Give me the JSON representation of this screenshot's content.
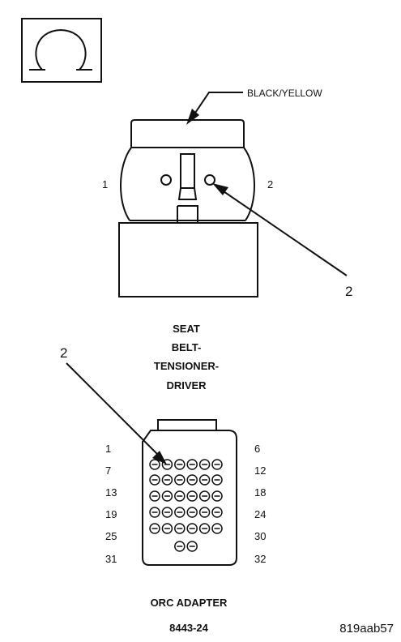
{
  "symbol": {
    "icon": "ohm-symbol-icon"
  },
  "wire_color_label": "BLACK/YELLOW",
  "seat_connector": {
    "pin_left": "1",
    "pin_right": "2",
    "callout": "2",
    "title_lines": [
      "SEAT",
      "BELT-",
      "TENSIONER-",
      "DRIVER"
    ]
  },
  "orc_adapter": {
    "callout": "2",
    "row_left_labels": [
      "1",
      "7",
      "13",
      "19",
      "25",
      "31"
    ],
    "row_right_labels": [
      "6",
      "12",
      "18",
      "24",
      "30",
      "32"
    ],
    "title": "ORC ADAPTER",
    "part_number": "8443-24"
  },
  "figure_id": "819aab57"
}
